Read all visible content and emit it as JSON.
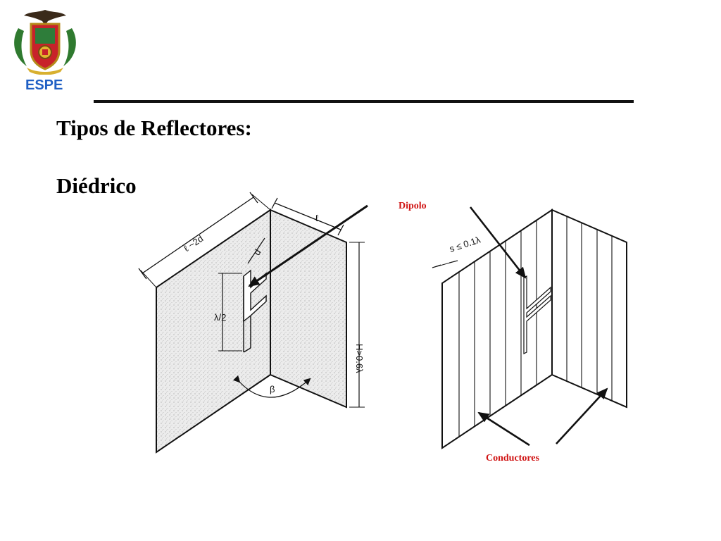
{
  "header": {
    "logo_text": "ESPE",
    "title": "Tipos de Reflectores:",
    "subtitle": "Diédrico"
  },
  "left_figure": {
    "label_width": "ℓ ~2d",
    "label_length": "ℓ",
    "label_spacing": "d",
    "label_dipole": "λ/2",
    "label_height": "H>0.6λ",
    "label_angle": "β"
  },
  "right_figure": {
    "label_dipole": "Dipolo",
    "label_spacing": "s ≤ 0.1λ",
    "label_conductors": "Conductores"
  },
  "colors": {
    "logo_text": "#1f5fc4",
    "callout": "#d01515",
    "ink": "#111111",
    "panel_fill": "#e9e9e9"
  }
}
